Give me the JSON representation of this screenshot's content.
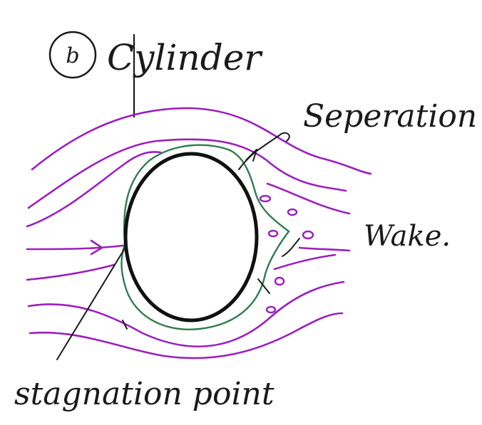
{
  "labels": {
    "part_marker": "b",
    "title": "Cylinder",
    "separation": "Seperation",
    "wake": "Wake.",
    "stagnation": "stagnation point"
  },
  "colors": {
    "streamline": "#9b1fbf",
    "boundary_layer": "#2e7d4f",
    "ink": "#1a1a1a"
  }
}
